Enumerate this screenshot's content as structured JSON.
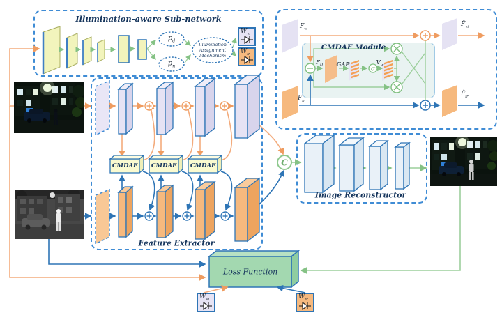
{
  "illumination_subnetwork": {
    "title": "Illumination-aware Sub-network",
    "p_day": {
      "base": "p",
      "sub": "d"
    },
    "p_night": {
      "base": "p",
      "sub": "n"
    },
    "mechanism_lines": [
      "Illumination",
      "Assignment",
      "Mechanism"
    ],
    "w_vi": {
      "base": "W",
      "sub": "vi"
    },
    "w_ir": {
      "base": "W",
      "sub": "ir"
    }
  },
  "cmdaf_module": {
    "title": "CMDAF Module",
    "f_vi": {
      "base": "F",
      "sub": "vi"
    },
    "f_ir": {
      "base": "F",
      "sub": "ir"
    },
    "f_d": {
      "base": "F",
      "sub": "D"
    },
    "gap_label": "GAP",
    "sigma": "σ",
    "v_w": {
      "base": "V",
      "sub": "w"
    },
    "f_vi_hat": {
      "base": "F̂",
      "sub": "vi"
    },
    "f_ir_hat": {
      "base": "F̂",
      "sub": "ir"
    }
  },
  "feature_extractor": {
    "title": "Feature Extractor",
    "cmdaf_boxes": [
      "CMDAF",
      "CMDAF",
      "CMDAF"
    ]
  },
  "image_reconstructor": {
    "title": "Image Reconstructor",
    "concat_label": "C"
  },
  "loss": {
    "title": "Loss Function",
    "w_vi": {
      "base": "W",
      "sub": "vi"
    },
    "w_ir": {
      "base": "W",
      "sub": "ir"
    }
  },
  "colors": {
    "dash_border": "#3f8cd5",
    "dark_blue_text": "#17365d",
    "orange_flow": "#f3ab7c",
    "blue_flow": "#2e75b6",
    "green_flow": "#9ccf9c",
    "vis_block": "#e6e3f4",
    "ir_block": "#f6b97e",
    "conv_yellow": "#f2f4bc",
    "recon_block": "#e9f1f8",
    "loss_green": "#a3d8b0"
  }
}
